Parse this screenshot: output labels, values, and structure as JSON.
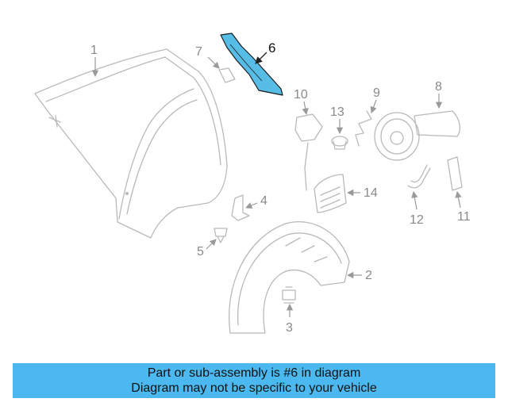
{
  "diagram": {
    "highlight_color": "#58bde6",
    "highlighted_part": "6",
    "labels": [
      "1",
      "2",
      "3",
      "4",
      "5",
      "6",
      "7",
      "8",
      "9",
      "10",
      "11",
      "12",
      "13",
      "14"
    ]
  },
  "banner": {
    "line1": "Part or sub-assembly is #6 in diagram",
    "line2": "Diagram may not be specific to your vehicle",
    "color": "#4bb8ef"
  }
}
